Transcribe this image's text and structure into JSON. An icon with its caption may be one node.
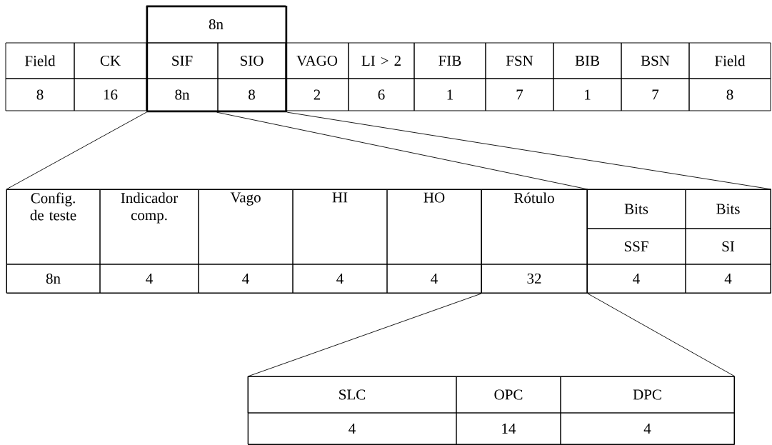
{
  "diagram": {
    "nodes": [
      {
        "text": [],
        "shape": "box"
      },
      {
        "text": [],
        "shape": "box"
      },
      {
        "text": [],
        "shape": "box",
        "in": 1
      },
      {
        "text": [],
        "shape": "box"
      }
    ],
    "edges": [
      {
        "from": 0,
        "to": 1,
        "arrow": "none"
      },
      {
        "from": 0,
        "to": 2,
        "arrow": "none"
      },
      {
        "from": 0,
        "to": 1,
        "arrow": "none"
      },
      {
        "from": 2,
        "to": 3,
        "arrow": "none"
      },
      {
        "from": 2,
        "to": 3,
        "arrow": "none"
      }
    ],
    "labels": [
      "8n",
      "Field",
      "CK",
      "SIF",
      "SIO",
      "VAGO",
      "LI > 2",
      "FIB",
      "FSN",
      "BIB",
      "BSN",
      "Field",
      "8",
      "16",
      "8n",
      "8",
      "2",
      "6",
      "1",
      "7",
      "1",
      "7",
      "8",
      "Config. de teste",
      "Indicador comp.",
      "Vago",
      "HI",
      "HO",
      "Rótulo",
      "Bits",
      "Bits",
      "SSF",
      "SI",
      "8n",
      "4",
      "4",
      "4",
      "4",
      "32",
      "4",
      "4",
      "SLC",
      "OPC",
      "DPC",
      "4",
      "14",
      "4"
    ]
  }
}
